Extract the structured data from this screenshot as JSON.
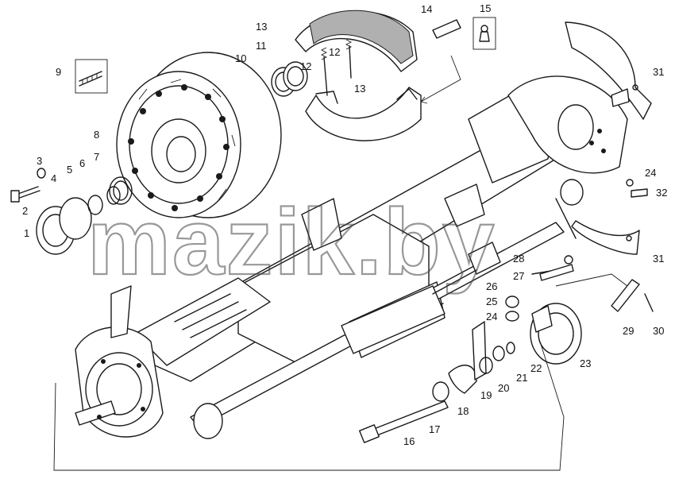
{
  "watermark": "mazik.by",
  "callouts": [
    "1",
    "2",
    "3",
    "4",
    "5",
    "6",
    "7",
    "8",
    "9",
    "10",
    "11",
    "12",
    "12",
    "13",
    "13",
    "14",
    "15",
    "16",
    "17",
    "18",
    "19",
    "20",
    "21",
    "22",
    "23",
    "24",
    "24",
    "25",
    "26",
    "27",
    "28",
    "29",
    "30",
    "31",
    "31",
    "32"
  ]
}
